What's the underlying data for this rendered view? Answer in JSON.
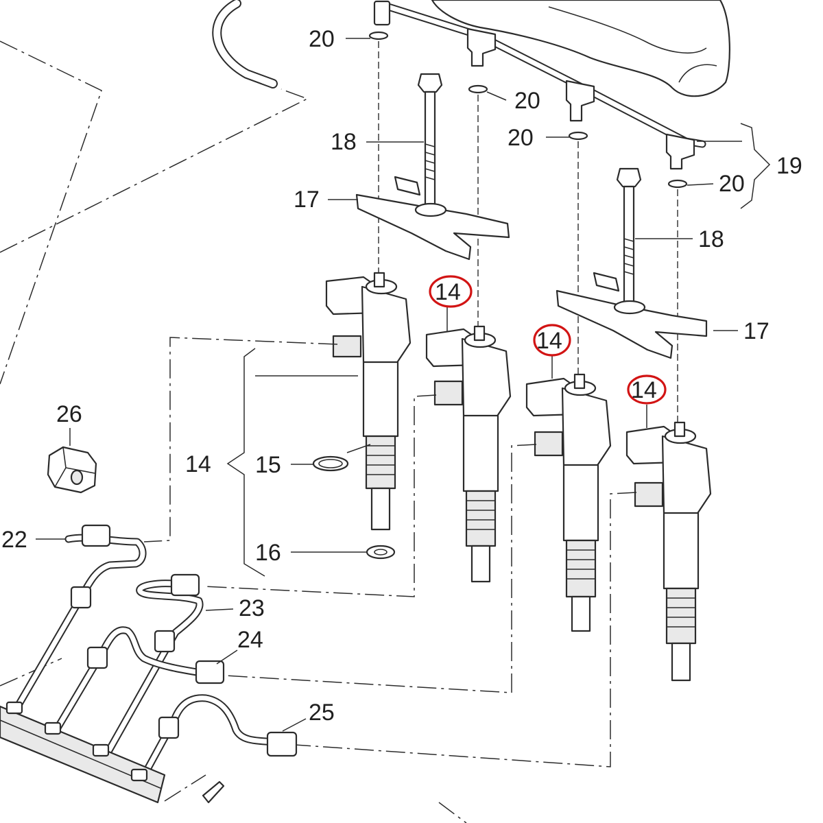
{
  "diagram": {
    "highlight_color": "#d21414",
    "callouts": [
      {
        "id": "c20a",
        "text": "20"
      },
      {
        "id": "c20b",
        "text": "20"
      },
      {
        "id": "c20c",
        "text": "20"
      },
      {
        "id": "c20d",
        "text": "20"
      },
      {
        "id": "c19",
        "text": "19"
      },
      {
        "id": "c18a",
        "text": "18"
      },
      {
        "id": "c18b",
        "text": "18"
      },
      {
        "id": "c17a",
        "text": "17"
      },
      {
        "id": "c17b",
        "text": "17"
      },
      {
        "id": "c14a",
        "text": "14"
      },
      {
        "id": "c14b",
        "text": "14"
      },
      {
        "id": "c14c",
        "text": "14"
      },
      {
        "id": "c14d",
        "text": "14"
      },
      {
        "id": "c15",
        "text": "15"
      },
      {
        "id": "c16",
        "text": "16"
      },
      {
        "id": "c22",
        "text": "22"
      },
      {
        "id": "c23",
        "text": "23"
      },
      {
        "id": "c24",
        "text": "24"
      },
      {
        "id": "c25",
        "text": "25"
      },
      {
        "id": "c26",
        "text": "26"
      }
    ]
  }
}
